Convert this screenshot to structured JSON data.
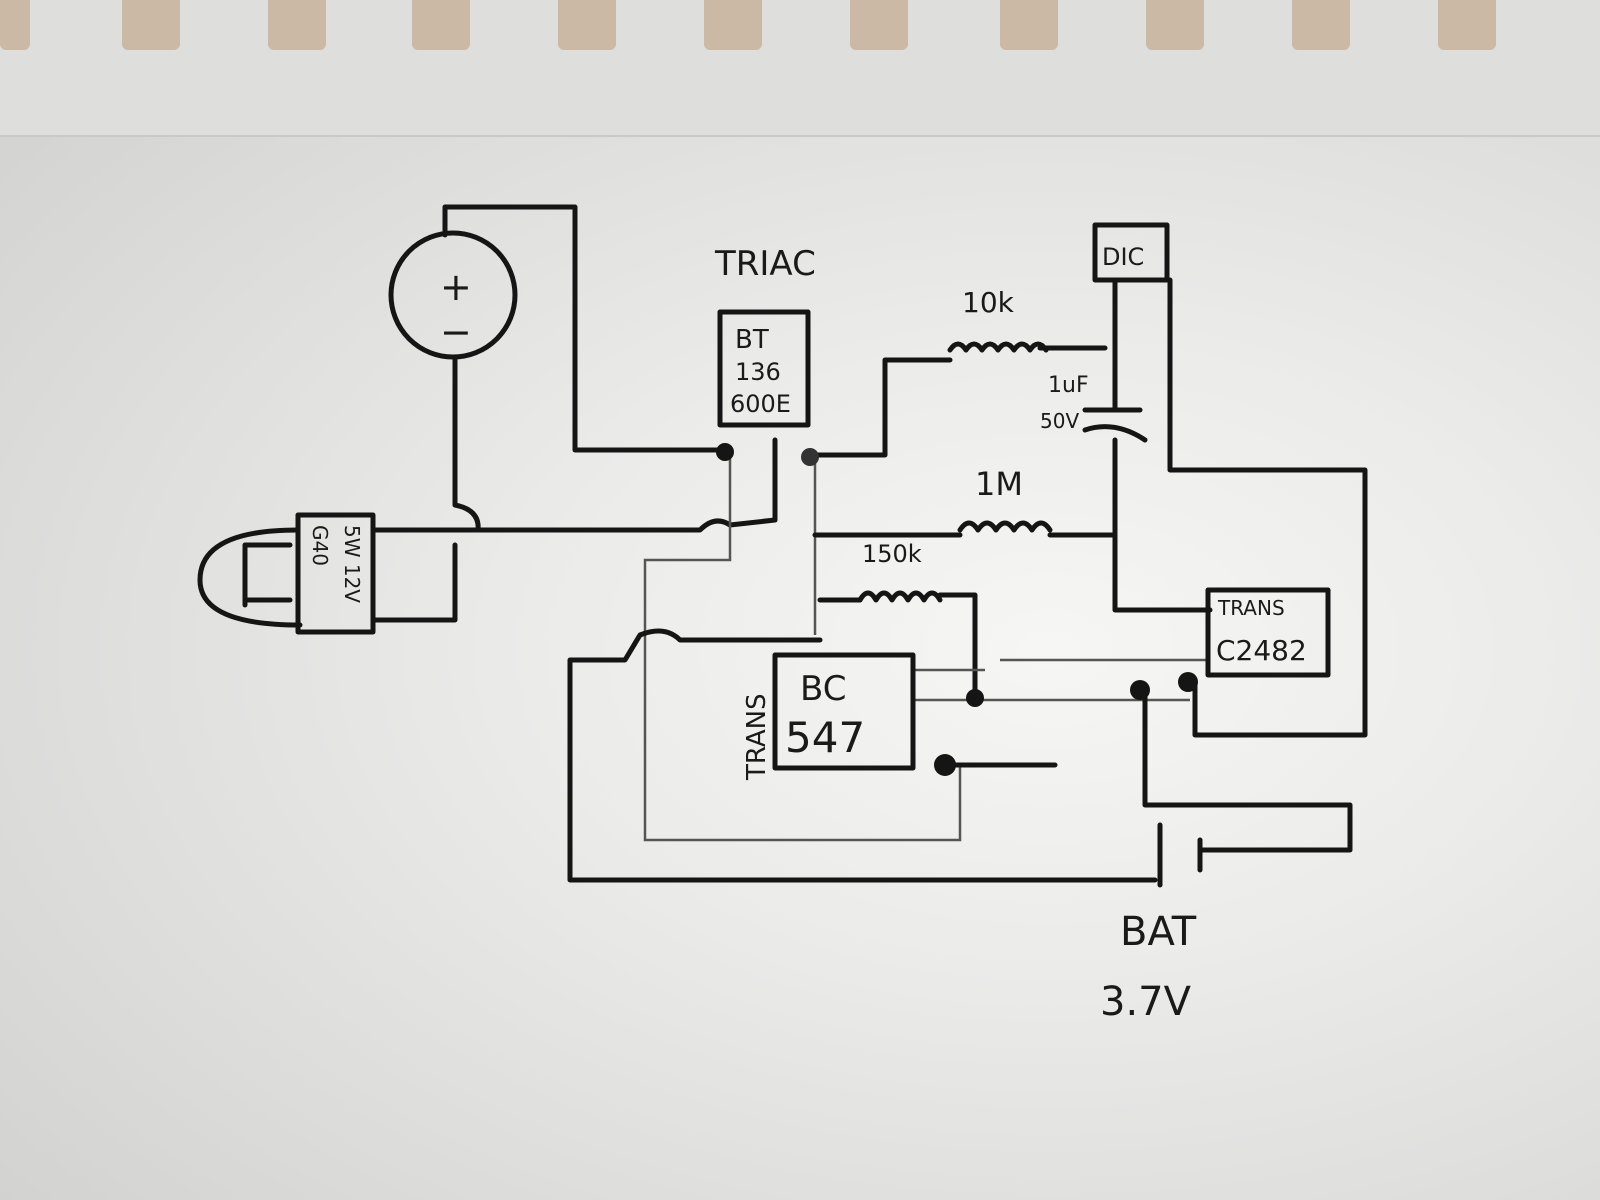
{
  "labels": {
    "triac_title": "TRIAC",
    "triac_part": [
      "BT",
      "136",
      "600E"
    ],
    "r_10k": "10k",
    "cap_value": "1uF",
    "cap_voltage": "50V",
    "r_1m": "1M",
    "r_150k": "150k",
    "ic_box": "DIC",
    "trans_c2482_title": "TRANS",
    "trans_c2482_part": "C2482",
    "trans_bc547_title": "TRANS",
    "trans_bc547_part": [
      "BC",
      "547"
    ],
    "bulb_label": [
      "G40",
      "5W 12V"
    ],
    "battery_title": "BAT",
    "battery_voltage": "3.7V",
    "motor_plus": "+",
    "motor_minus": "−"
  }
}
